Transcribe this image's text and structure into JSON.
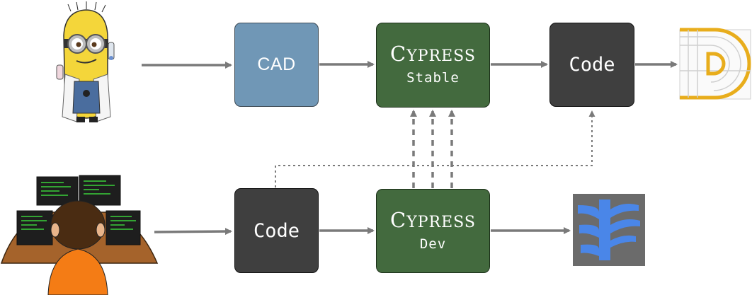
{
  "nodes": {
    "cad": {
      "label": "CAD",
      "color": "#7097b6"
    },
    "cypress_stable": {
      "word": "Cypress",
      "caps_first": "C",
      "caps_rest": "YPRESS",
      "sub": "Stable",
      "color": "#436a3e"
    },
    "code_top": {
      "label": "Code",
      "color": "#3f3f3f"
    },
    "code_bottom": {
      "label": "Code",
      "color": "#3f3f3f"
    },
    "cypress_dev": {
      "word": "Cypress",
      "caps_first": "C",
      "caps_rest": "YPRESS",
      "sub": "Dev",
      "color": "#436a3e"
    }
  },
  "icons": [
    "minion-scientist-icon",
    "programmer-at-monitors-icon",
    "architecture-drawing-logo-icon",
    "branching-tree-logo-icon"
  ],
  "colors": {
    "arrow": "#7a7a7a",
    "logo_gold": "#e8ad1c",
    "tree_blue": "#4a86e8",
    "tree_bg": "#6b6b6b"
  }
}
